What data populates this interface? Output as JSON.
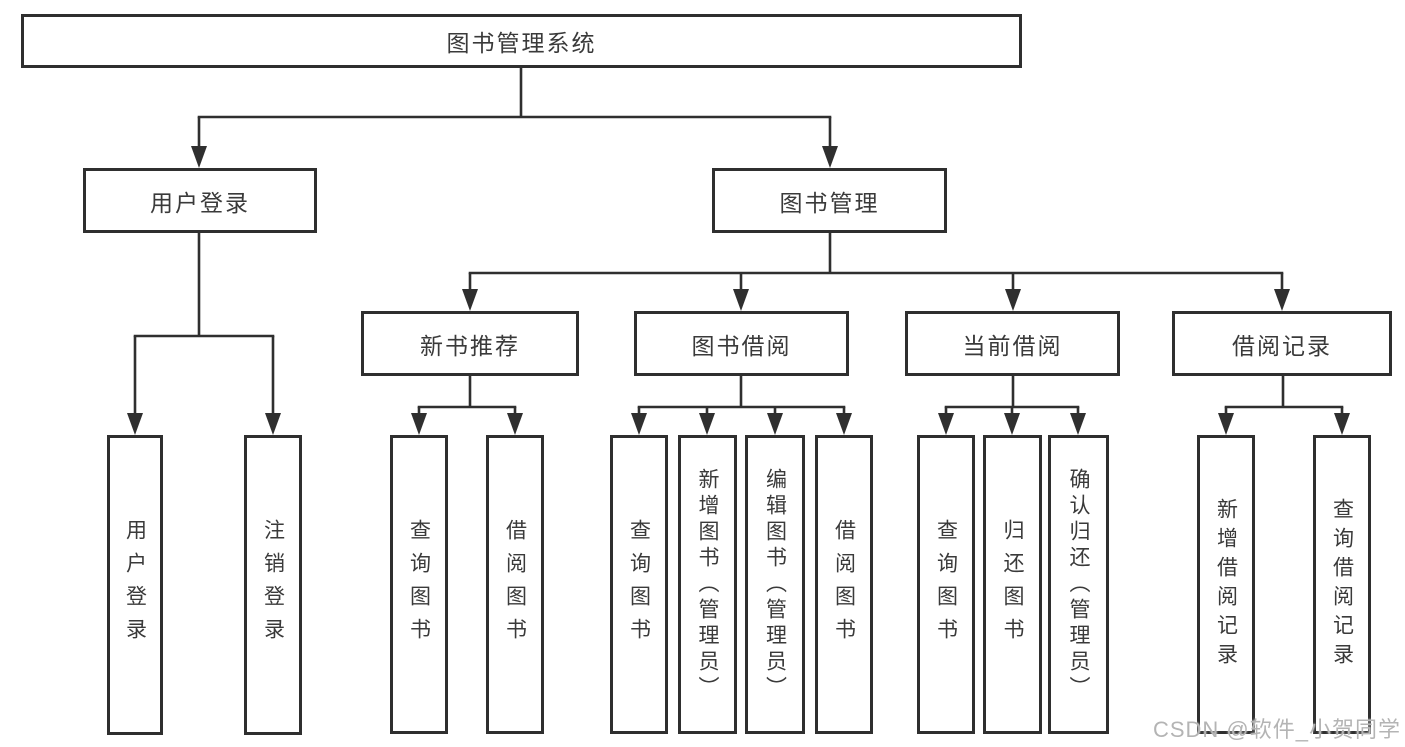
{
  "diagram_title": "图书管理系统",
  "tree": {
    "label": "图书管理系统",
    "children": [
      {
        "label": "用户登录",
        "children": [
          {
            "label": "用户登录"
          },
          {
            "label": "注销登录"
          }
        ]
      },
      {
        "label": "图书管理",
        "children": [
          {
            "label": "新书推荐",
            "children": [
              {
                "label": "查询图书"
              },
              {
                "label": "借阅图书"
              }
            ]
          },
          {
            "label": "图书借阅",
            "children": [
              {
                "label": "查询图书"
              },
              {
                "label": "新增图书（管理员）"
              },
              {
                "label": "编辑图书（管理员）"
              },
              {
                "label": "借阅图书"
              }
            ]
          },
          {
            "label": "当前借阅",
            "children": [
              {
                "label": "查询图书"
              },
              {
                "label": "归还图书"
              },
              {
                "label": "确认归还（管理员）"
              }
            ]
          },
          {
            "label": "借阅记录",
            "children": [
              {
                "label": "新增借阅记录"
              },
              {
                "label": "查询借阅记录"
              }
            ]
          }
        ]
      }
    ]
  },
  "watermark": {
    "text": "CSDN @软件_小贺同学"
  },
  "colors": {
    "line": "#2f2f2f",
    "text": "#3a3a3a",
    "watermark": "#b4b4b4",
    "background": "#ffffff"
  }
}
